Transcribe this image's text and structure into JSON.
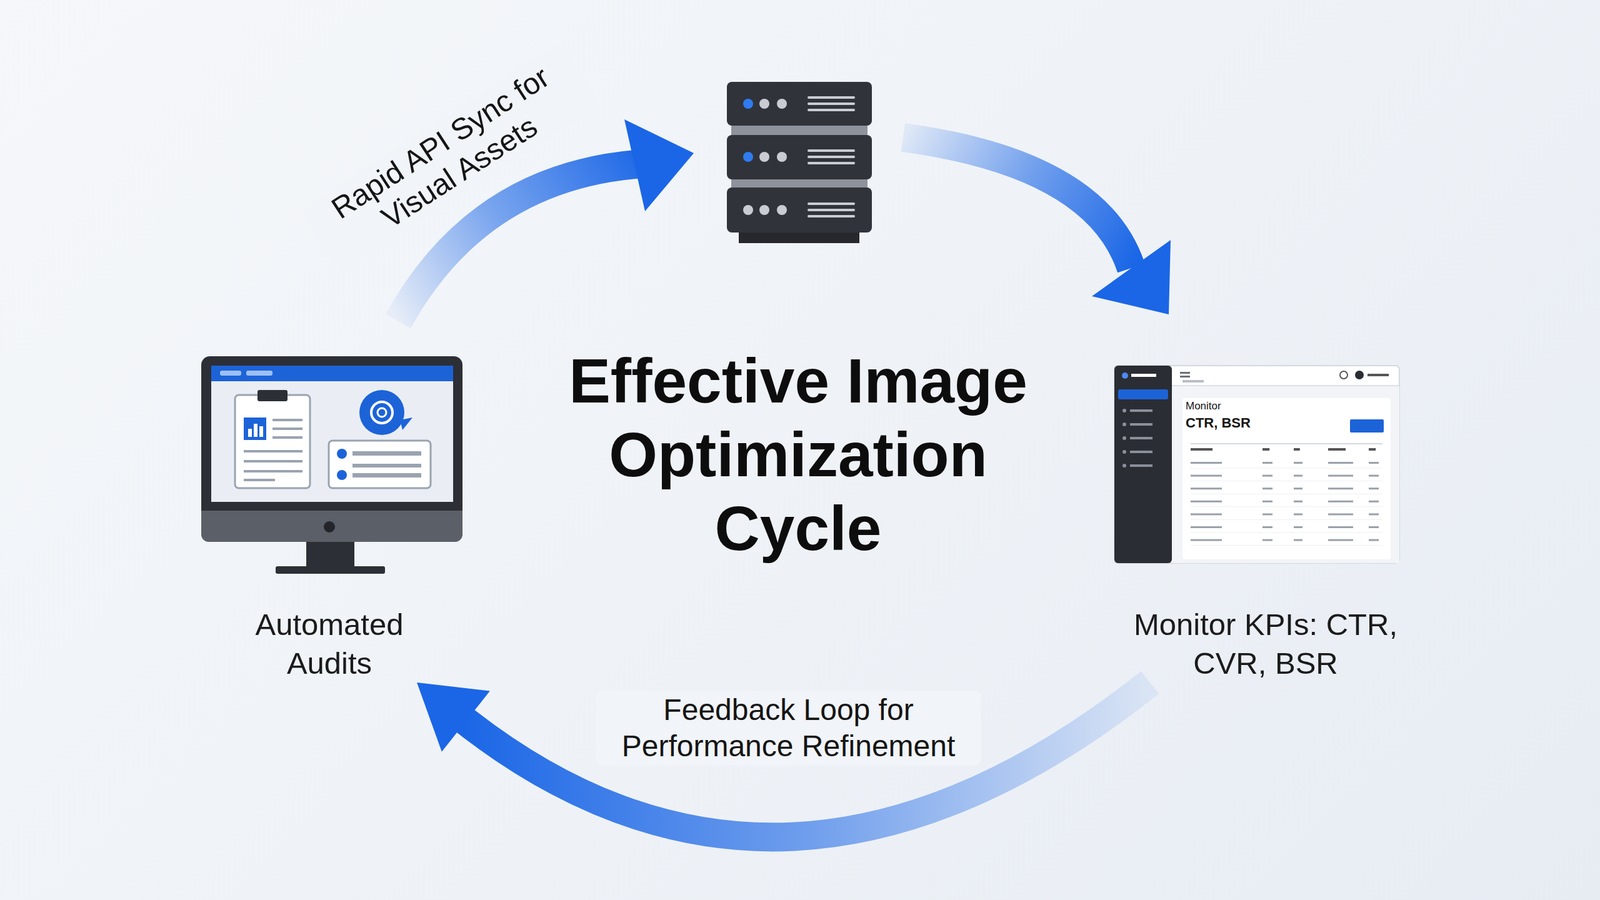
{
  "diagram": {
    "title": "Effective Image Optimization Cycle",
    "nodes": [
      {
        "text": [
          "Automated Audits"
        ]
      },
      {
        "text": [
          "Monitor KPIs: CTR, CVR, BSR"
        ]
      }
    ],
    "edges": [
      {
        "from": 1,
        "to": 0,
        "arrow": "to",
        "label": "Feedback Loop for Performance Refinement"
      }
    ],
    "labels": [
      "Rapid API Sync for Visual Assets",
      "Monitor",
      "CTR, BSR"
    ]
  }
}
